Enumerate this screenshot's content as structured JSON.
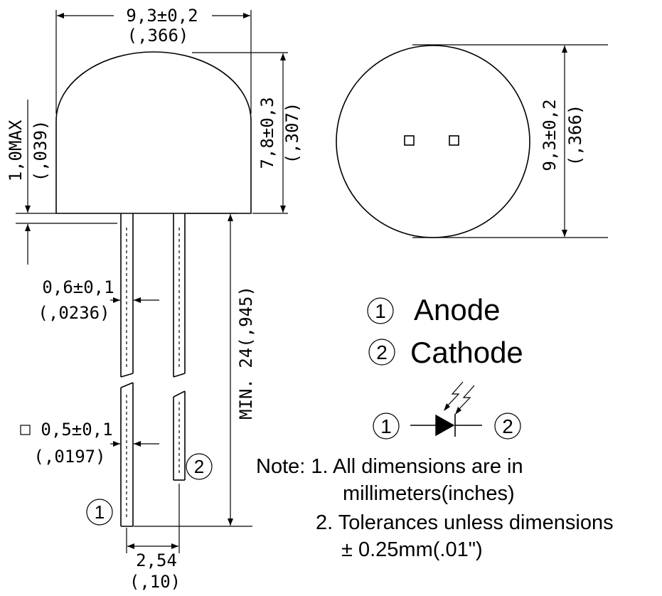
{
  "dims": {
    "width": "9,3±0,2",
    "width_in": "(,366)",
    "height": "7,8±0,3",
    "height_in": "(,307)",
    "flange": "1,0MAX",
    "flange_in": "(,039)",
    "lead_width": "0,6±0,1",
    "lead_width_in": "(,0236)",
    "lead_square": "0,5±0,1",
    "lead_square_in": "(,0197)",
    "lead_length": "MIN. 24(,945)",
    "pitch": "2,54",
    "pitch_in": "(,10)",
    "diameter": "9,3±0,2",
    "diameter_in": "(,366)"
  },
  "legend": {
    "anode_num": "1",
    "anode": "Anode",
    "cathode_num": "2",
    "cathode": "Cathode"
  },
  "pins": {
    "pin1": "1",
    "pin2": "2"
  },
  "symbol": {
    "left": "1",
    "right": "2"
  },
  "notes": {
    "line1": "Note: 1. All dimensions are in",
    "line2": "millimeters(inches)",
    "line3": "2. Tolerances unless dimensions",
    "line4": "± 0.25mm(.01\")"
  }
}
